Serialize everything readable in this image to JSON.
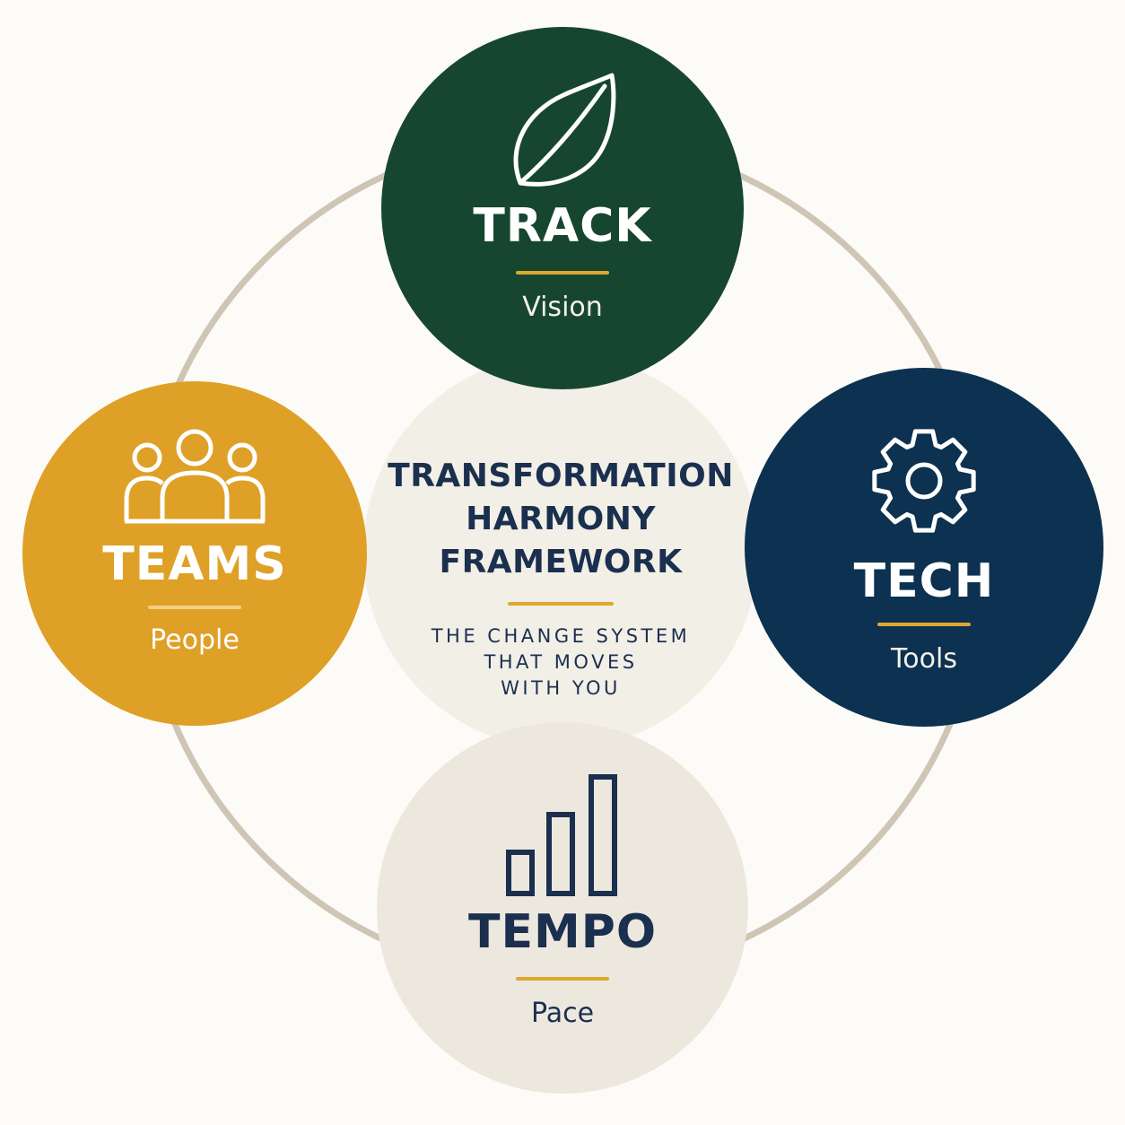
{
  "center": {
    "title_lines": [
      "TRANSFORMATION",
      "HARMONY",
      "FRAMEWORK"
    ],
    "subtitle_lines": [
      "THE CHANGE SYSTEM",
      "THAT MOVES",
      "WITH YOU"
    ]
  },
  "nodes": {
    "track": {
      "title": "TRACK",
      "subtitle": "Vision",
      "icon": "leaf-icon",
      "color": "#174630"
    },
    "teams": {
      "title": "TEAMS",
      "subtitle": "People",
      "icon": "people-group-icon",
      "color": "#dfa027"
    },
    "tech": {
      "title": "TECH",
      "subtitle": "Tools",
      "icon": "gear-icon",
      "color": "#0d3150"
    },
    "tempo": {
      "title": "TEMPO",
      "subtitle": "Pace",
      "icon": "bar-chart-icon",
      "color": "#ede8de"
    }
  },
  "colors": {
    "accent": "#e0a72e",
    "navy_text": "#1b2f4f",
    "ring": "#cfc5b4",
    "center_fill": "#f2efe7",
    "background": "#fcfbf7"
  }
}
